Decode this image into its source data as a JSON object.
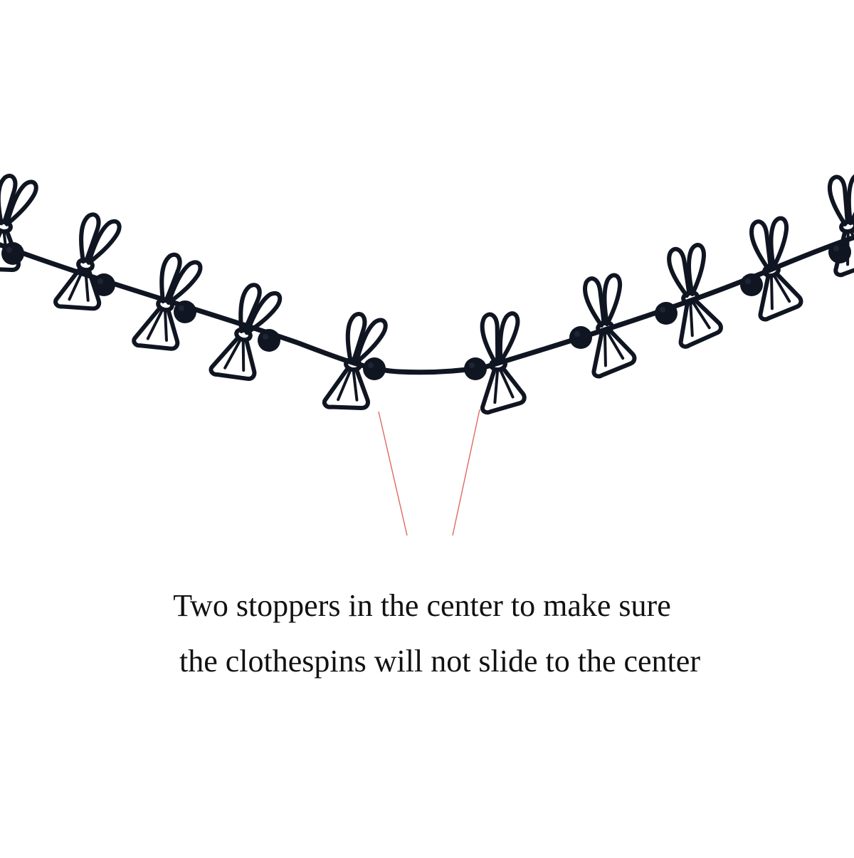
{
  "caption": {
    "line1": "Two stoppers in the center to make sure",
    "line2": "the clothespins will not slide to the center"
  },
  "colors": {
    "background": "#ffffff",
    "product": "#101522",
    "pointer_lines": "#e06a5c",
    "caption_text": "#111111"
  },
  "image": {
    "subject": "clothesline-with-clothespins",
    "icons": [
      "clothespin-icon",
      "stopper-bead-icon",
      "pointer-line-icon"
    ]
  }
}
